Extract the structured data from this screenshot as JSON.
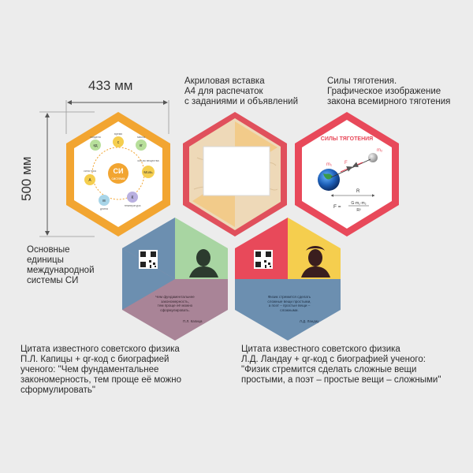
{
  "dimensions": {
    "width": "433 мм",
    "height": "500 мм"
  },
  "captions": {
    "acrylic": "Акриловая вставка\nА4 для распечаток\nс заданиями и объявлений",
    "gravity": "Силы тяготения.\nГрафическое изображение\nзакона всемирного тяготения",
    "si_units": "Основные\nединицы\nмеждународной\nсистемы СИ",
    "kapitsa": "Цитата известного советского физика\nП.Л. Капицы + qr-код с биографией\nученого: \"Чем фундаментальнее\nзакономерность, тем проще её можно\nсформулировать\"",
    "landau": "Цитата известного советского физика\nЛ.Д. Ландау  + qr-код с биографией ученого:\n\"Физик стремится сделать сложные вещи\nпростыми, а поэт – простые вещи – сложными\""
  },
  "si_panel": {
    "center_title": "СИ",
    "center_subtitle": "система",
    "units": [
      {
        "symbol": "кд",
        "name": "кандела"
      },
      {
        "symbol": "с",
        "name": "время"
      },
      {
        "symbol": "кг",
        "name": "масса"
      },
      {
        "symbol": "Моль",
        "name": "кол-во вещества"
      },
      {
        "symbol": "К",
        "name": "температура"
      },
      {
        "symbol": "А",
        "name": "сила тока"
      },
      {
        "symbol": "м",
        "name": "длина"
      }
    ]
  },
  "gravity_panel": {
    "title": "СИЛЫ ТЯГОТЕНИЯ",
    "m1": "m₁",
    "m2": "m₂",
    "f_label": "F",
    "r_label": "R",
    "formula_left": "F =",
    "formula_num": "G·m₁·m₂",
    "formula_den": "R²"
  },
  "kapitsa_panel": {
    "quote": "Чем фундаментальнее\nзакономерность,\nтем проще её можно\nсформулировать.",
    "author": "П.Л. Капица"
  },
  "landau_panel": {
    "quote": "Физик стремится сделать\nсложные вещи простыми,\nа поэт – простые вещи –\nсложными.",
    "author": "Л.Д. Ландау"
  },
  "colors": {
    "background": "#ececec",
    "orange": "#f2a531",
    "red": "#e0505c",
    "pink": "#e8495a",
    "yellow": "#f5ce4e",
    "steel_blue": "#6c8fb0",
    "mint": "#a8d5a2",
    "mauve": "#a98497",
    "wood": "#eed9b8"
  }
}
